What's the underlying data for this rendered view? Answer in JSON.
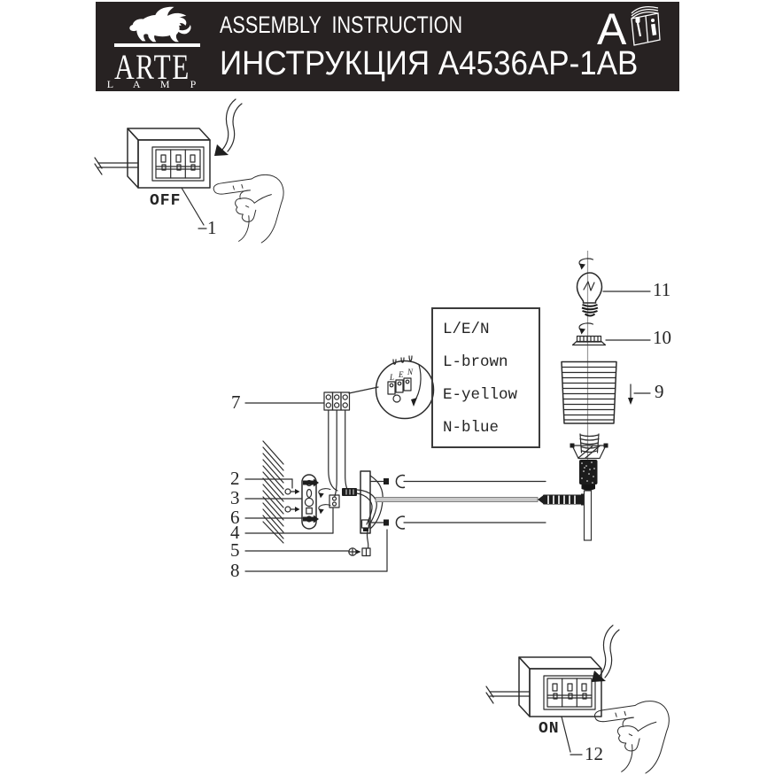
{
  "header": {
    "brand": "ARTE",
    "brand_sub": "L A M P",
    "title_en": "ASSEMBLY  INSTRUCTION",
    "title_ru": "ИНСТРУКЦИЯ A4536AP-1AB",
    "section_letter": "A",
    "bg_color": "#272222",
    "text_color": "#ffffff"
  },
  "switch_off": {
    "label": "OFF",
    "step": "1"
  },
  "switch_on": {
    "label": "ON",
    "step": "12"
  },
  "legend": {
    "l1": "L/E/N",
    "l2": "L-brown",
    "l3": "E-yellow",
    "l4": "N-blue"
  },
  "balloon": {
    "l1": "L",
    "l2": "E",
    "l3": "N"
  },
  "steps": {
    "s2": "2",
    "s3": "3",
    "s4": "4",
    "s5": "5",
    "s6": "6",
    "s7": "7",
    "s8": "8",
    "s9": "9",
    "s10": "10",
    "s11": "11"
  },
  "ink_color": "#2b2b2b"
}
